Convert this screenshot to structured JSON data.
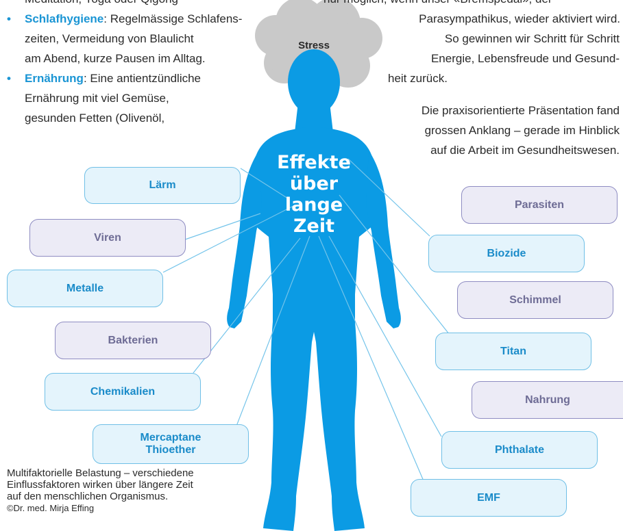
{
  "left_text": {
    "line0": "Meditation, Yoga oder Qigong",
    "sleep_term": "Schlafhygiene",
    "sleep_l1": ": Regelmässige Schlafens-",
    "sleep_l2": "zeiten, Vermeidung von Blaulicht",
    "sleep_l3": "am Abend, kurze Pausen im Alltag.",
    "nutrition_term": "Ernährung",
    "nutrition_l1": ": Eine antientzündliche",
    "nutrition_l2": "Ernährung mit viel Gemüse,",
    "nutrition_l3": "gesunden Fetten (Olivenöl,"
  },
  "right_text": {
    "line0": "nur möglich, wenn unser «Bremspedal», der",
    "line1": "Parasympathikus, wieder aktiviert wird.",
    "line2": "So gewinnen wir Schritt für Schritt",
    "line3": "Energie, Lebensfreude und Gesund-",
    "line4": "heit zurück.",
    "line5": "Die praxisorientierte Präsentation fand",
    "line6": "grossen Anklang – gerade im Hinblick",
    "line7": "auf die Arbeit im Gesundheitswesen."
  },
  "diagram": {
    "cloud_label": "Stress",
    "center_label": [
      "Effekte",
      "über",
      "lange",
      "Zeit"
    ],
    "left_factors": [
      "Lärm",
      "Viren",
      "Metalle",
      "Bakterien",
      "Chemikalien",
      "Mercaptane",
      "Thioether"
    ],
    "right_factors": [
      "Parasiten",
      "Biozide",
      "Schimmel",
      "Titan",
      "Nahrung",
      "Phthalate",
      "EMF"
    ],
    "colors": {
      "body": "#0b9be4",
      "cloud": "#c9c9c9",
      "accent": "#1a95d4"
    }
  },
  "caption": {
    "line1": "Multifaktorielle Belastung – verschiedene",
    "line2": "Einflussfaktoren wirken über längere Zeit",
    "line3": "auf den menschlichen Organismus.",
    "credit": "©Dr. med. Mirja Effing"
  }
}
